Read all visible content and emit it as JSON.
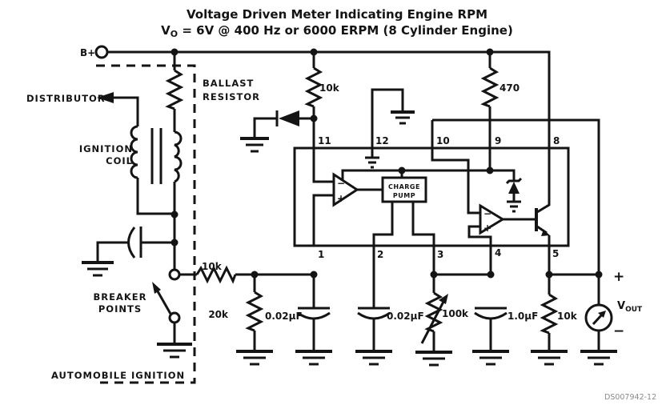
{
  "title": {
    "line1": "Voltage Driven Meter Indicating Engine RPM",
    "line2_v": "V",
    "line2_sub": "O",
    "line2_rest": " = 6V @ 400 Hz or 6000 ERPM (8 Cylinder Engine)"
  },
  "labels": {
    "b_plus": "B+",
    "distributor": "DISTRIBUTOR",
    "ignition_coil": [
      "IGNITION",
      "COIL"
    ],
    "ballast": [
      "BALLAST",
      "RESISTOR"
    ],
    "breaker": [
      "BREAKER",
      "POINTS"
    ],
    "automobile_ignition": "AUTOMOBILE IGNITION"
  },
  "components": {
    "r_supply": "10k",
    "r_470": "470",
    "r_input": "10k",
    "r_20k": "20k",
    "c_pin1": "0.02µF",
    "c_pin2": "0.02µF",
    "pot_100k": "100k",
    "c_pin4": "1.0µF",
    "r_load": "10k"
  },
  "ic": {
    "pins_top": [
      "11",
      "12",
      "10",
      "9",
      "8"
    ],
    "pins_bottom": [
      "1",
      "2",
      "3",
      "4",
      "5"
    ],
    "charge_pump": [
      "CHARGE",
      "PUMP"
    ],
    "opamp": {
      "minus": "−",
      "plus": "+"
    }
  },
  "output": {
    "plus": "+",
    "minus": "−",
    "v": "V",
    "out_sub": "OUT"
  },
  "doc_id": "DS007942-12",
  "colors": {
    "ink": "#141414",
    "muted": "#8a8a8a",
    "bg": "#ffffff"
  }
}
